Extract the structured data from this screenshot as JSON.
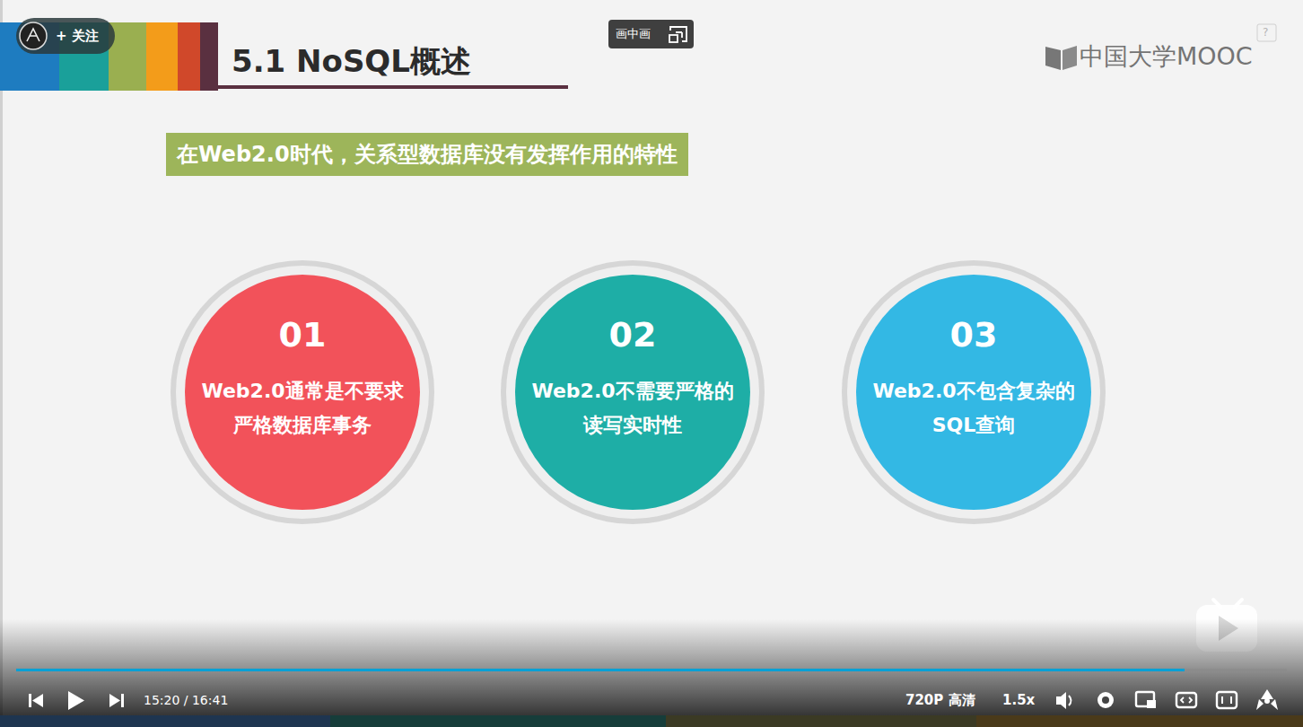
{
  "diagram": {
    "title": "5.1 NoSQL概述",
    "nodes": [
      {
        "text": [
          "在Web2.0时代，关系型数据库没有发挥作用的特性"
        ]
      },
      {
        "text": [
          "01",
          "Web2.0通常是不要求严格数据库事务"
        ]
      },
      {
        "text": [
          "02",
          "Web2.0不需要严格的读写实时性"
        ]
      },
      {
        "text": [
          "03",
          "Web2.0不包含复杂的SQL查询"
        ]
      }
    ],
    "labels": [
      "+ 关注",
      "画中画",
      "中国大学MOOC",
      "?",
      "15:20 / 16:41",
      "720P 高清",
      "1.5x"
    ]
  }
}
